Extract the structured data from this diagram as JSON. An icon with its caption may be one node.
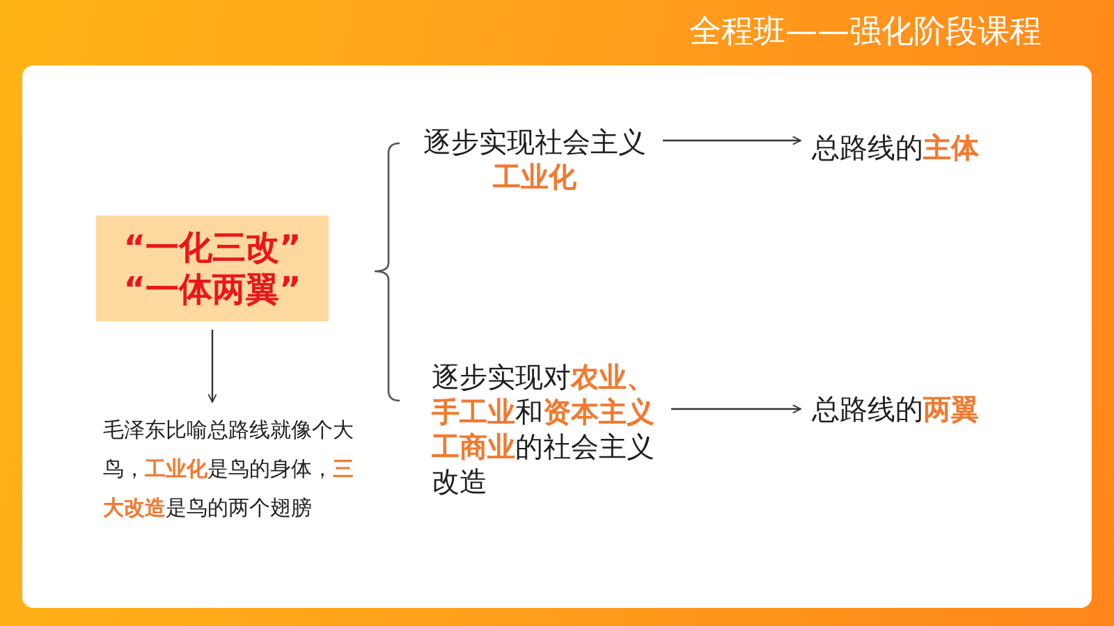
{
  "diagram": {
    "title": "全程班——强化阶段课程",
    "nodes": [
      {
        "text": [
          "“一化三改”",
          "“一体两翼”"
        ]
      },
      {
        "text": [
          "毛泽东比喻总路线就像个大鸟，**工业化**是鸟的身体，**三大改造**是鸟的两个翅膀"
        ]
      },
      {
        "text": [
          "逐步实现社会主义**工业化**"
        ]
      },
      {
        "text": [
          "逐步实现对**农业、手工业**和**资本主义工商业**的社会主义改造"
        ]
      },
      {
        "text": [
          "总路线的**主体**"
        ]
      },
      {
        "text": [
          "总路线的**两翼**"
        ]
      }
    ],
    "edges": [
      {
        "from": 0,
        "to": 1,
        "arrow": "to"
      },
      {
        "from": 2,
        "to": 4,
        "arrow": "to"
      },
      {
        "from": 3,
        "to": 5,
        "arrow": "to"
      }
    ]
  }
}
